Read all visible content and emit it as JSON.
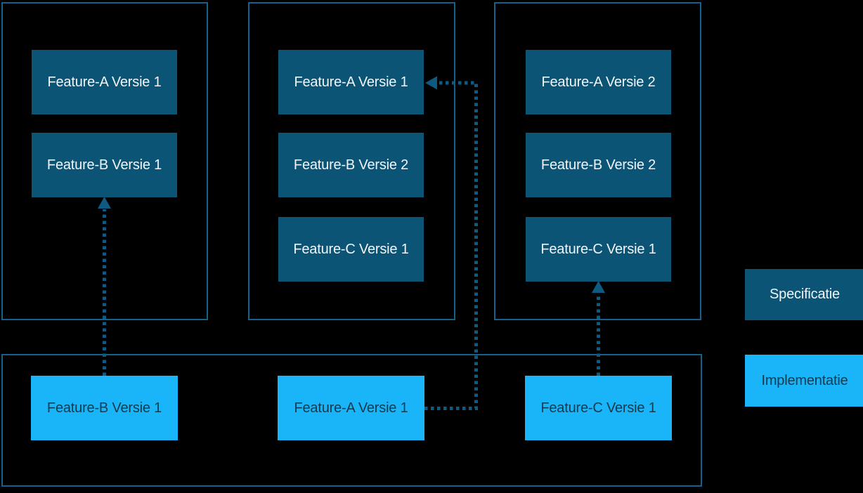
{
  "diagram": {
    "groups": [
      {
        "name": "specification-group-1",
        "boxes": [
          {
            "label": "Feature-A Versie 1"
          },
          {
            "label": "Feature-B Versie 1"
          }
        ]
      },
      {
        "name": "specification-group-2",
        "boxes": [
          {
            "label": "Feature-A Versie 1"
          },
          {
            "label": "Feature-B Versie 2"
          },
          {
            "label": "Feature-C Versie 1"
          }
        ]
      },
      {
        "name": "specification-group-3",
        "boxes": [
          {
            "label": "Feature-A Versie 2"
          },
          {
            "label": "Feature-B Versie 2"
          },
          {
            "label": "Feature-C Versie 1"
          }
        ]
      }
    ],
    "implementation_group": {
      "boxes": [
        {
          "label": "Feature-B Versie 1"
        },
        {
          "label": "Feature-A Versie 1"
        },
        {
          "label": "Feature-C Versie 1"
        }
      ]
    },
    "legend": {
      "specification": "Specificatie",
      "implementation": "Implementatie"
    },
    "arrows": [
      {
        "name": "implementation-feature-b-v1-to-group1-feature-b-v1",
        "style": "dotted",
        "direction": "up"
      },
      {
        "name": "implementation-feature-a-v1-to-group2-feature-a-v1",
        "style": "dotted",
        "direction": "right-up-left"
      },
      {
        "name": "implementation-feature-c-v1-to-group3-feature-c-v1",
        "style": "dotted",
        "direction": "up"
      }
    ],
    "colors": {
      "background": "#000000",
      "group_border": "#14618D",
      "specification_fill": "#0B5476",
      "specification_text": "#F2F5F7",
      "implementation_fill": "#1AB5F8",
      "implementation_text": "#143A4E",
      "arrow": "#0F5A82"
    }
  }
}
